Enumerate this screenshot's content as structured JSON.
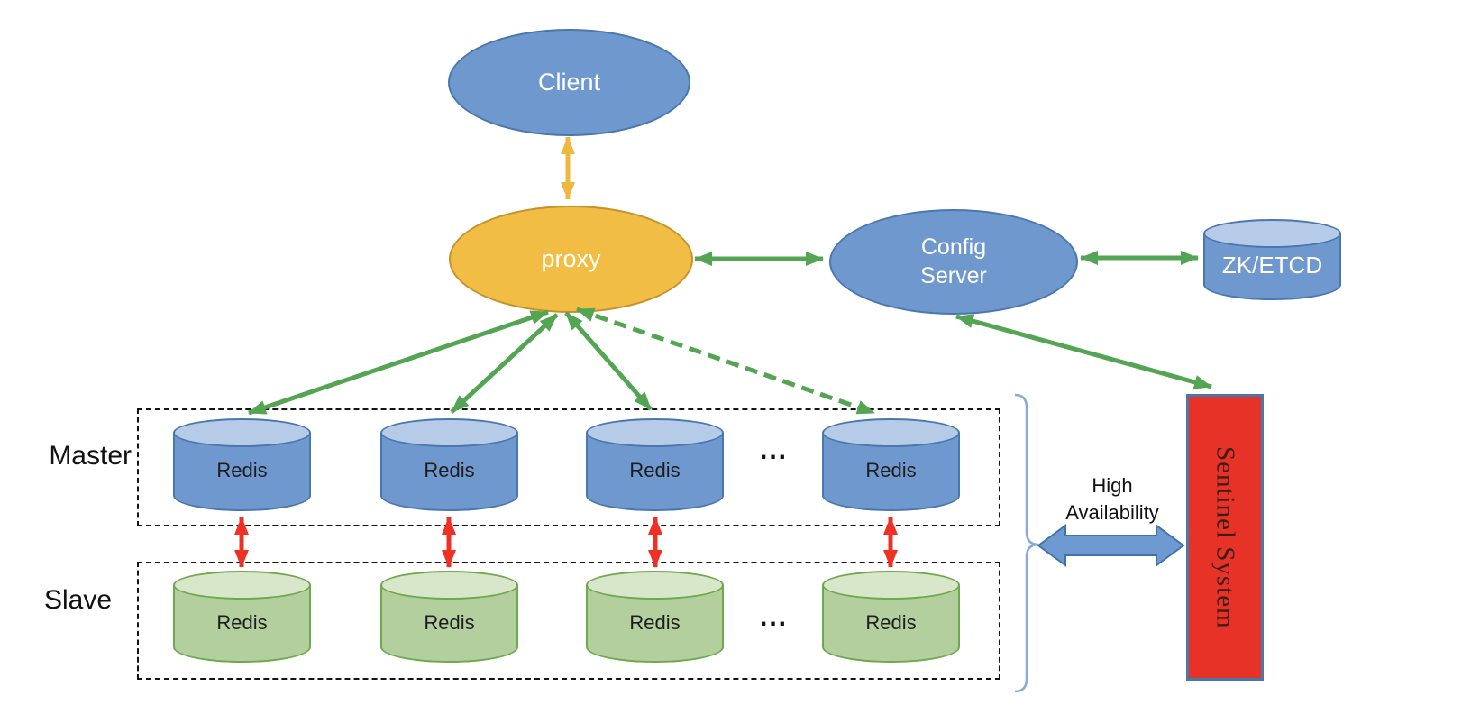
{
  "nodes": {
    "client": {
      "label": "Client"
    },
    "proxy": {
      "label": "proxy"
    },
    "config_server": {
      "line1": "Config",
      "line2": "Server"
    },
    "zk_etcd": {
      "label": "ZK/ETCD"
    },
    "sentinel": {
      "label": "Sentinel System"
    }
  },
  "rows": {
    "master": {
      "label": "Master",
      "cylinders": [
        "Redis",
        "Redis",
        "Redis",
        "Redis"
      ],
      "ellipsis": "..."
    },
    "slave": {
      "label": "Slave",
      "cylinders": [
        "Redis",
        "Redis",
        "Redis",
        "Redis"
      ],
      "ellipsis": "..."
    }
  },
  "annotations": {
    "high_availability": {
      "line1": "High",
      "line2": "Availability"
    }
  },
  "colors": {
    "node_blue": "#6F98CF",
    "node_blue_border": "#4A77AD",
    "cylinder_top_blue": "#B6CBE7",
    "proxy_orange": "#F2BD44",
    "proxy_orange_border": "#C6922B",
    "slave_green": "#B3CF9E",
    "slave_green_top": "#D8E7C9",
    "slave_green_border": "#6FA84E",
    "arrow_green": "#53A553",
    "arrow_red": "#EE3124",
    "arrow_yellow": "#F0B73E",
    "sentinel_red": "#E73227",
    "sentinel_border": "#4A77A8",
    "block_arrow_blue": "#6F9AD1",
    "brace_blue": "#88AAD4"
  }
}
